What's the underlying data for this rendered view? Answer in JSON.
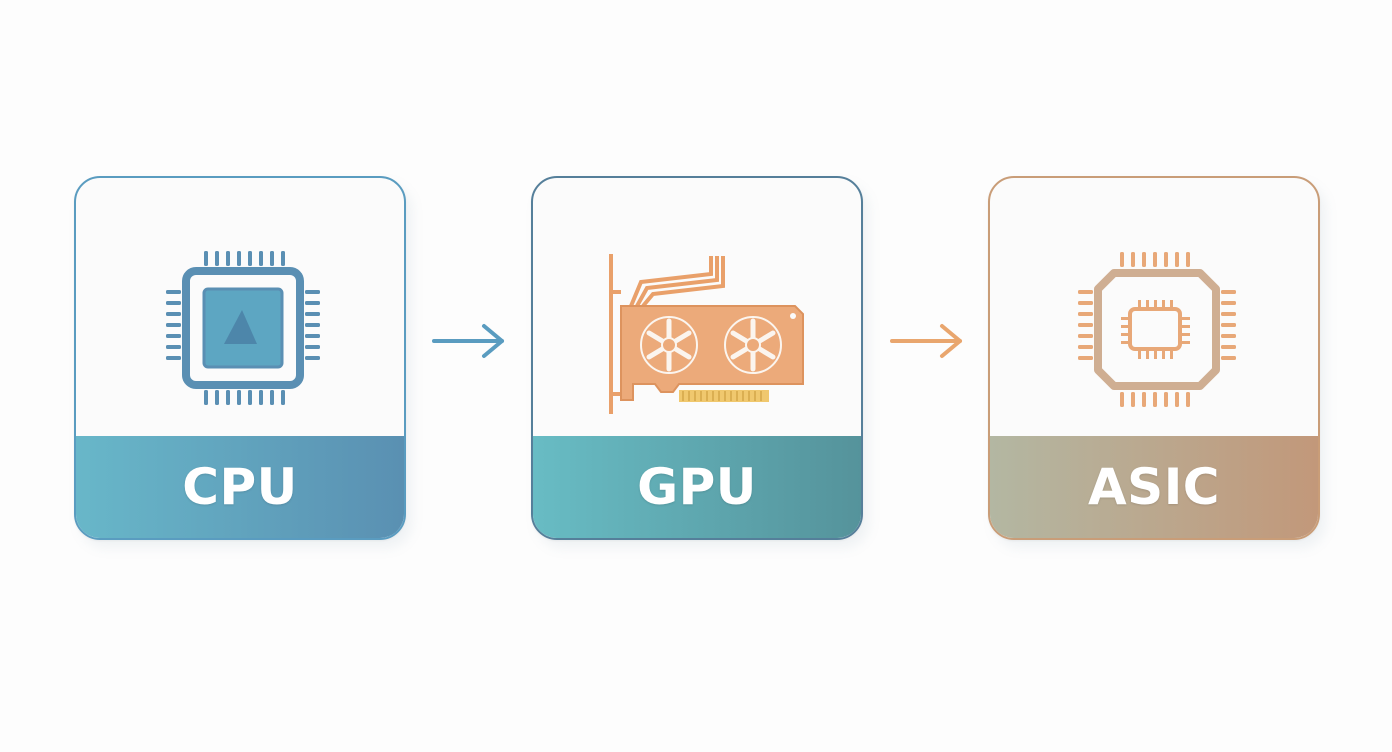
{
  "stages": [
    {
      "label": "CPU",
      "icon": "cpu-chip-icon"
    },
    {
      "label": "GPU",
      "icon": "graphics-card-icon"
    },
    {
      "label": "ASIC",
      "icon": "asic-chip-icon"
    }
  ],
  "connectors": [
    {
      "icon": "arrow-right-icon",
      "color": "#5a9cc0"
    },
    {
      "icon": "arrow-right-icon",
      "color": "#e9a66e"
    }
  ],
  "colors": {
    "cpu_accent": "#5a90b2",
    "gpu_accent": "#e9a06a",
    "asic_accent": "#e8a878"
  }
}
